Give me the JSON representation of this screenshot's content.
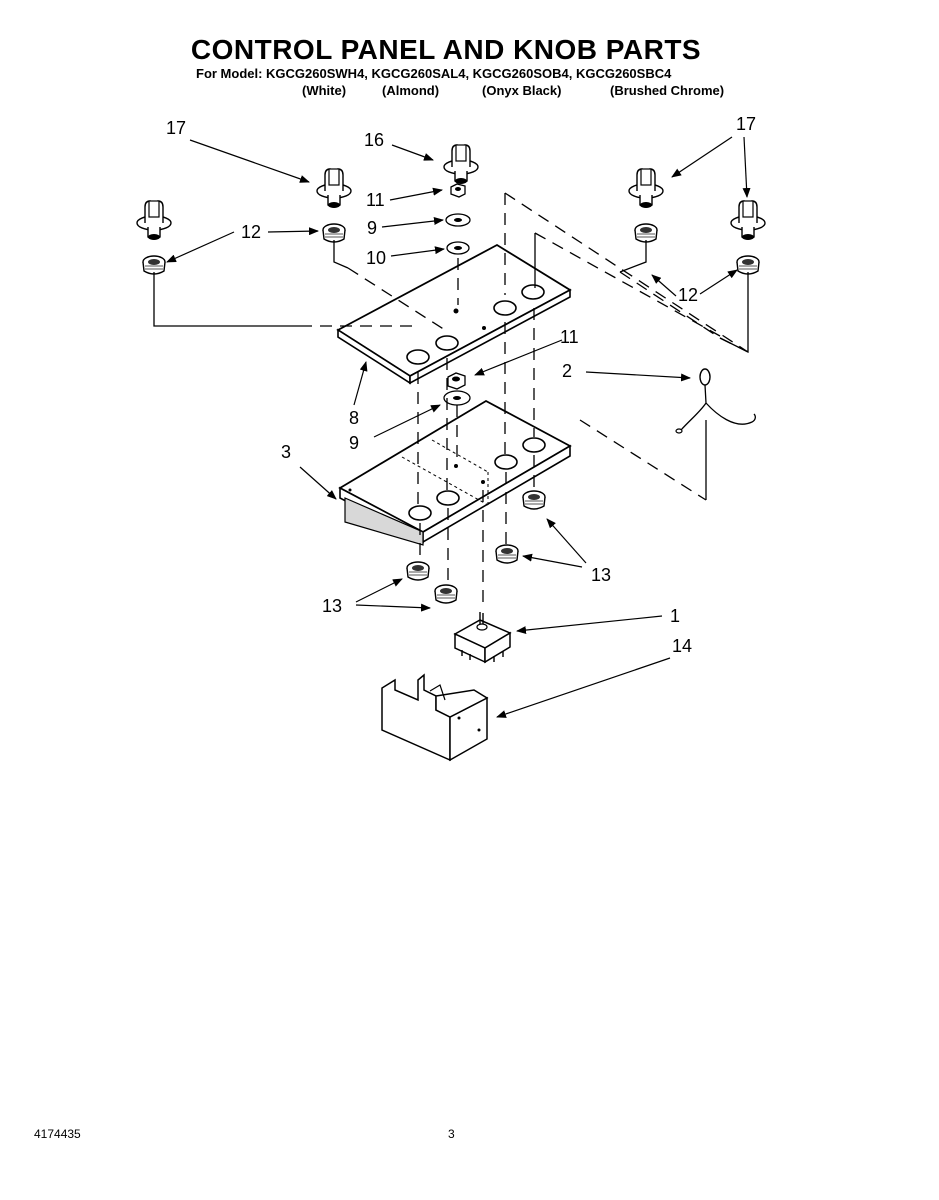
{
  "header": {
    "title": "CONTROL PANEL AND KNOB PARTS",
    "model_line": "For Model: KGCG260SWH4, KGCG260SAL4, KGCG260SOB4, KGCG260SBC4",
    "colors": [
      "(White)",
      "(Almond)",
      "(Onyx Black)",
      "(Brushed Chrome)"
    ]
  },
  "callouts": {
    "c17_left": "17",
    "c16": "16",
    "c17_right": "17",
    "c11_top": "11",
    "c9_top": "9",
    "c10": "10",
    "c12_left": "12",
    "c12_right": "12",
    "c11_mid": "11",
    "c2": "2",
    "c8": "8",
    "c9_mid": "9",
    "c3": "3",
    "c13_right": "13",
    "c13_left": "13",
    "c1": "1",
    "c14": "14"
  },
  "footer": {
    "doc_number": "4174435",
    "page_number": "3"
  }
}
